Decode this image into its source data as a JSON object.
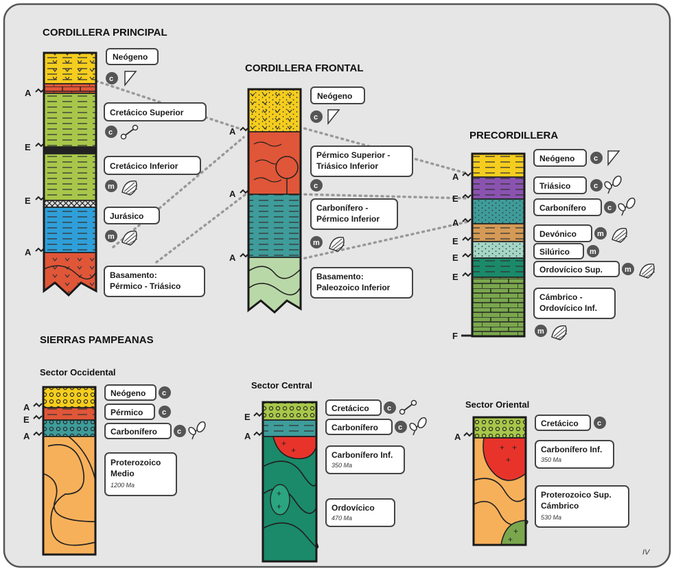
{
  "colors": {
    "background": "#e6e6e6",
    "neogeno": "#f5cd1e",
    "red": "#e05638",
    "green": "#a8c74a",
    "blue": "#2f9fd9",
    "teal": "#3e9c9a",
    "purple": "#8a53b0",
    "tan": "#d49a56",
    "mint": "#a4d6c5",
    "darkgreen": "#1a8a6a",
    "olive": "#7aa74d",
    "orange": "#f7b05a",
    "basement_green": "#b9d8a8"
  },
  "cordillera_principal": {
    "title": "CORDILLERA PRINCIPAL",
    "labels": [
      "Neógeno",
      "Cretácico Superior",
      "Cretácico Inferior",
      "Jurásico",
      "Basamento:",
      "Pérmico - Triásico"
    ],
    "markers": [
      "A",
      "E",
      "E",
      "A"
    ]
  },
  "cordillera_frontal": {
    "title": "CORDILLERA FRONTAL",
    "labels": [
      "Neógeno",
      "Pérmico Superior -",
      "Triásico Inferior",
      "Carbonífero -",
      "Pérmico Inferior",
      "Basamento:",
      "Paleozoico Inferior"
    ],
    "markers": [
      "A",
      "A",
      "A"
    ]
  },
  "precordillera": {
    "title": "PRECORDILLERA",
    "labels": [
      "Neógeno",
      "Triásico",
      "Carbonífero",
      "Devónico",
      "Silúrico",
      "Ordovícico Sup.",
      "Cámbrico -",
      "Ordovícico Inf."
    ],
    "markers": [
      "A",
      "E",
      "A",
      "E",
      "E",
      "E",
      "F"
    ]
  },
  "sierras_pampeanas": {
    "title": "SIERRAS PAMPEANAS",
    "occidental": {
      "title": "Sector Occidental",
      "labels": [
        "Neógeno",
        "Pérmico",
        "Carbonífero",
        "Proterozoico",
        "Medio"
      ],
      "age": "1200 Ma",
      "markers": [
        "A",
        "E",
        "A"
      ]
    },
    "central": {
      "title": "Sector Central",
      "labels": [
        "Cretácico",
        "Carbonífero",
        "Carbonífero Inf.",
        "Ordovícico"
      ],
      "ages": [
        "350 Ma",
        "470 Ma"
      ],
      "markers": [
        "E",
        "A"
      ]
    },
    "oriental": {
      "title": "Sector Oriental",
      "labels": [
        "Cretácico",
        "Carbonífero Inf.",
        "Proterozoico Sup.",
        "Cámbrico"
      ],
      "ages": [
        "350 Ma",
        "530 Ma"
      ],
      "markers": [
        "A"
      ]
    }
  },
  "badges": {
    "c": "c",
    "m": "m"
  },
  "icons": [
    "triangle-icon",
    "bone-icon",
    "shell-icon",
    "leaf-icon"
  ],
  "page_number": "IV"
}
